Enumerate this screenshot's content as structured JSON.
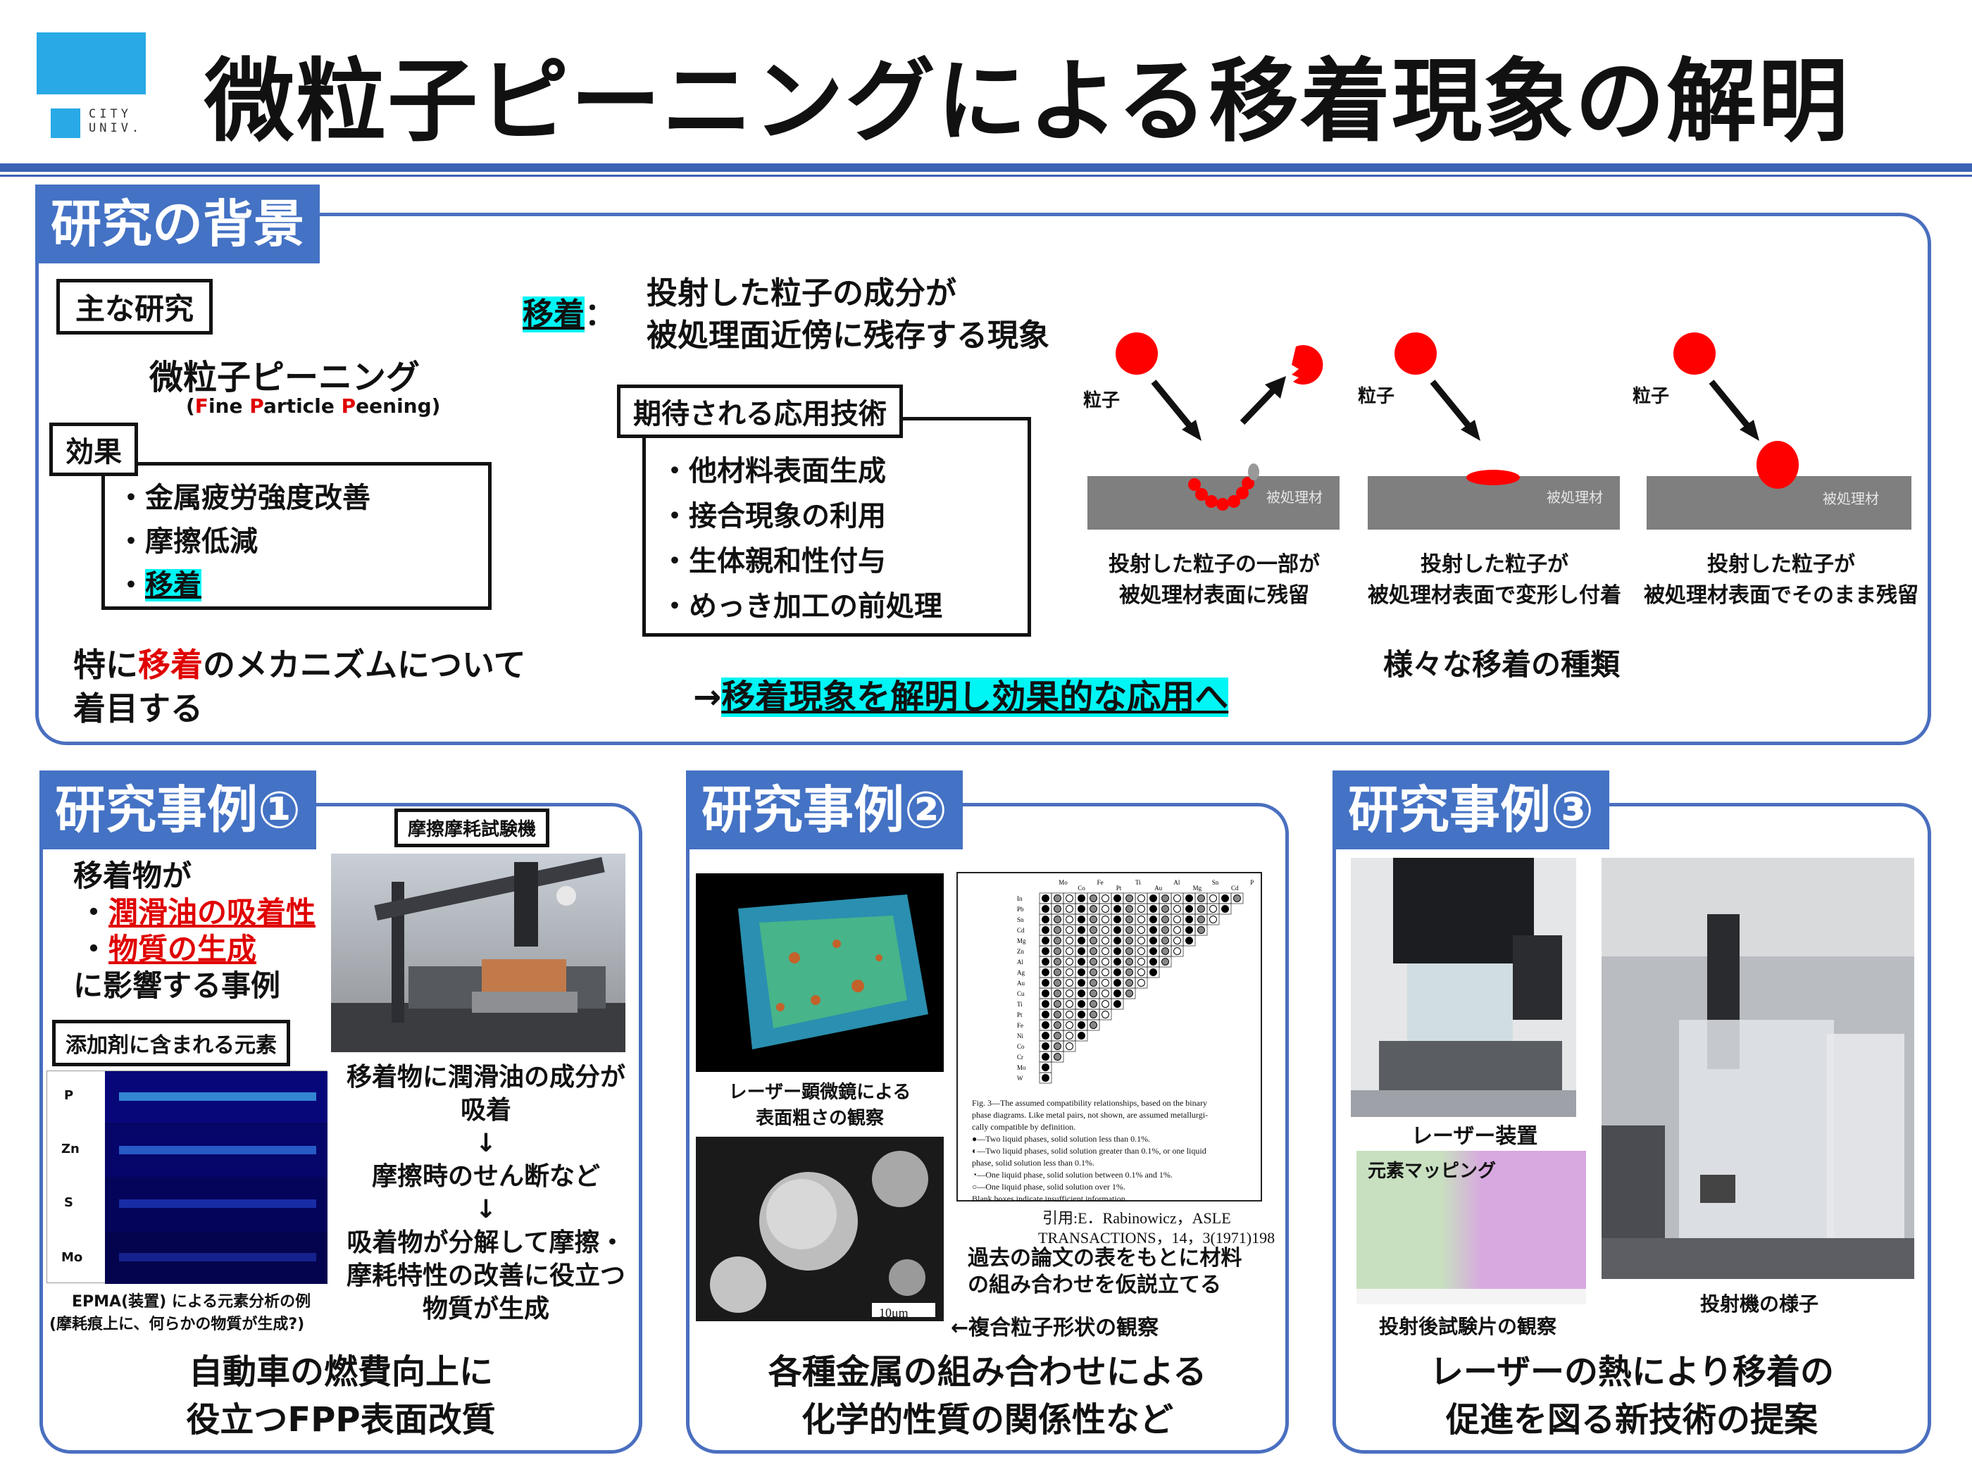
{
  "logo": {
    "line1": "CITY",
    "line2": "UNIV."
  },
  "title": "微粒子ピーニングによる移着現象の解明",
  "background": {
    "tab": "研究の背景",
    "main_research_label": "主な研究",
    "main_research": "微粒子ピーニング",
    "fpp_en": {
      "p1": "(",
      "F": "F",
      "ine": "ine ",
      "P": "P",
      "article": "article ",
      "P2": "P",
      "eening": "eening)"
    },
    "effects_label": "効果",
    "effects": [
      "・金属疲労強度改善",
      "・摩擦低減"
    ],
    "effect3_dot": "・",
    "effect3_word": "移着",
    "focus": {
      "l1a": "特に",
      "l1b": "移着",
      "l1c": "のメカニズムについて",
      "l2": "着目する"
    },
    "def_term": "移着",
    "def_colon": "：",
    "def_l1": "投射した粒子の成分が",
    "def_l2": "被処理面近傍に残存する現象",
    "applications_label": "期待される応用技術",
    "applications": [
      "・他材料表面生成",
      "・接合現象の利用",
      "・生体親和性付与",
      "・めっき加工の前処理"
    ],
    "arrow_text": {
      "arrow": "→",
      "text": "移着現象を解明し効果的な応用へ"
    },
    "diagram": {
      "particle_label": "粒子",
      "substrate_label": "被処理材",
      "captions": [
        {
          "l1": "投射した粒子の一部が",
          "l2": "被処理材表面に残留"
        },
        {
          "l1": "投射した粒子が",
          "l2": "被処理材表面で変形し付着"
        },
        {
          "l1": "投射した粒子が",
          "l2": "被処理材表面でそのまま残留"
        }
      ],
      "types_label": "様々な移着の種類"
    }
  },
  "case1": {
    "tab": "研究事例①",
    "tester_label": "摩擦摩耗試験機",
    "intro_l1": "移着物が",
    "dot": "・",
    "item1": "潤滑油の吸着性",
    "item2": "物質の生成",
    "intro_l4": "に影響する事例",
    "additive_label": "添加剤に含まれる元素",
    "elements": [
      "P",
      "Zn",
      "S",
      "Mo"
    ],
    "epma_l1": "EPMA(装置) による元素分析の例",
    "epma_l2": "(摩耗痕上に、何らかの物質が生成?)",
    "flow": [
      "移着物に潤滑油の成分が",
      "吸着",
      "↓",
      "摩擦時のせん断など",
      "↓",
      "吸着物が分解して摩擦・",
      "摩耗特性の改善に役立つ",
      "物質が生成"
    ],
    "summary_l1": "自動車の燃費向上に",
    "summary_l2": "役立つFPP表面改質"
  },
  "case2": {
    "tab": "研究事例②",
    "laser_caption_l1": "レーザー顕微鏡による",
    "laser_caption_l2": "表面粗さの観察",
    "scale_label": "10μm",
    "shape_caption": "←複合粒子形状の観察",
    "table_header": [
      "Mo",
      "Co",
      "Fe",
      "Pt",
      "Ti",
      "Au",
      "Al",
      "Mg",
      "Sn",
      "Cd",
      "Pb"
    ],
    "table_rows": [
      "In",
      "Pb",
      "Sn",
      "Cd",
      "Mg",
      "Zn",
      "Al",
      "Ag",
      "Au",
      "Cu",
      "Ti",
      "Pt",
      "Fe",
      "Ni",
      "Co",
      "Cr",
      "Mo",
      "W"
    ],
    "fig_caption": [
      "Fig. 3—The assumed compatibility relationships, based on the binary",
      "phase diagrams. Like metal pairs, not shown, are assumed metallurgi-",
      "cally compatible by definition.",
      "●—Two liquid phases, solid solution less than 0.1%.",
      "◐—Two liquid phases, solid solution greater than 0.1%, or one liquid",
      "phase, solid solution less than 0.1%.",
      "◔—One liquid phase, solid solution between 0.1% and 1%.",
      "○—One liquid phase, solid solution over 1%.",
      "Blank boxes indicate insufficient information."
    ],
    "citation_l1": "引用:E．Rabinowicz，ASLE",
    "citation_l2": "TRANSACTIONS，14，3(1971)198",
    "note_l1": "過去の論文の表をもとに材料",
    "note_l2": "の組み合わせを仮説立てる",
    "summary_l1": "各種金属の組み合わせによる",
    "summary_l2": "化学的性質の関係性など"
  },
  "case3": {
    "tab": "研究事例③",
    "laser_device": "レーザー装置",
    "mapping_label": "元素マッピング",
    "mapping_caption": "投射後試験片の観察",
    "machine_caption": "投射機の様子",
    "summary_l1": "レーザーの熱により移着の",
    "summary_l2": "促進を図る新技術の提案"
  },
  "colors": {
    "accent": "#4472c4",
    "highlight": "#00f5f5",
    "red": "#e00000",
    "logo": "#29a9e6"
  }
}
